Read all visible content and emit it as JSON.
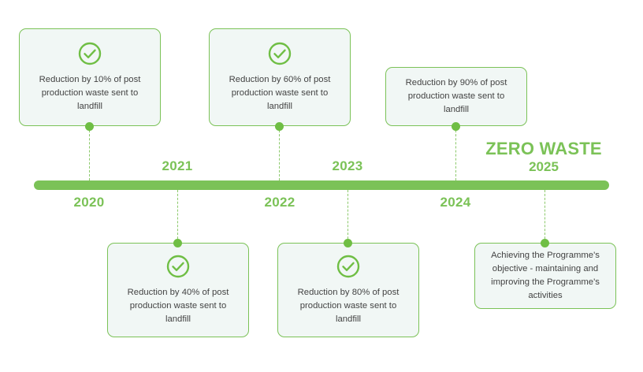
{
  "theme": {
    "accent_green": "#7BC257",
    "dot_green": "#6FBE44",
    "card_fill": "#F1F7F5",
    "text_dark": "#434343"
  },
  "timeline": {
    "years": [
      {
        "label": "2020",
        "position": "below"
      },
      {
        "label": "2021",
        "position": "above"
      },
      {
        "label": "2022",
        "position": "below"
      },
      {
        "label": "2023",
        "position": "above"
      },
      {
        "label": "2024",
        "position": "below"
      }
    ]
  },
  "headline": {
    "title": "ZERO WASTE",
    "year": "2025"
  },
  "milestones": [
    {
      "year": "2020",
      "row": "top",
      "icon": "check-circle-icon",
      "has_icon": true,
      "text": "Reduction by 10% of post production waste sent to landfill"
    },
    {
      "year": "2021",
      "row": "bottom",
      "icon": "check-circle-icon",
      "has_icon": true,
      "text": "Reduction by 40% of post production waste sent to landfill"
    },
    {
      "year": "2022",
      "row": "top",
      "icon": "check-circle-icon",
      "has_icon": true,
      "text": "Reduction by 60% of post production waste sent to landfill"
    },
    {
      "year": "2023",
      "row": "bottom",
      "icon": "check-circle-icon",
      "has_icon": true,
      "text": "Reduction by 80% of post production waste sent to landfill"
    },
    {
      "year": "2024",
      "row": "top",
      "icon": null,
      "has_icon": false,
      "text": "Reduction by 90% of post production waste sent to landfill"
    },
    {
      "year": "2025",
      "row": "bottom",
      "icon": null,
      "has_icon": false,
      "text": "Achieving the Programme's objective - maintaining and improving the Programme's activities"
    }
  ]
}
